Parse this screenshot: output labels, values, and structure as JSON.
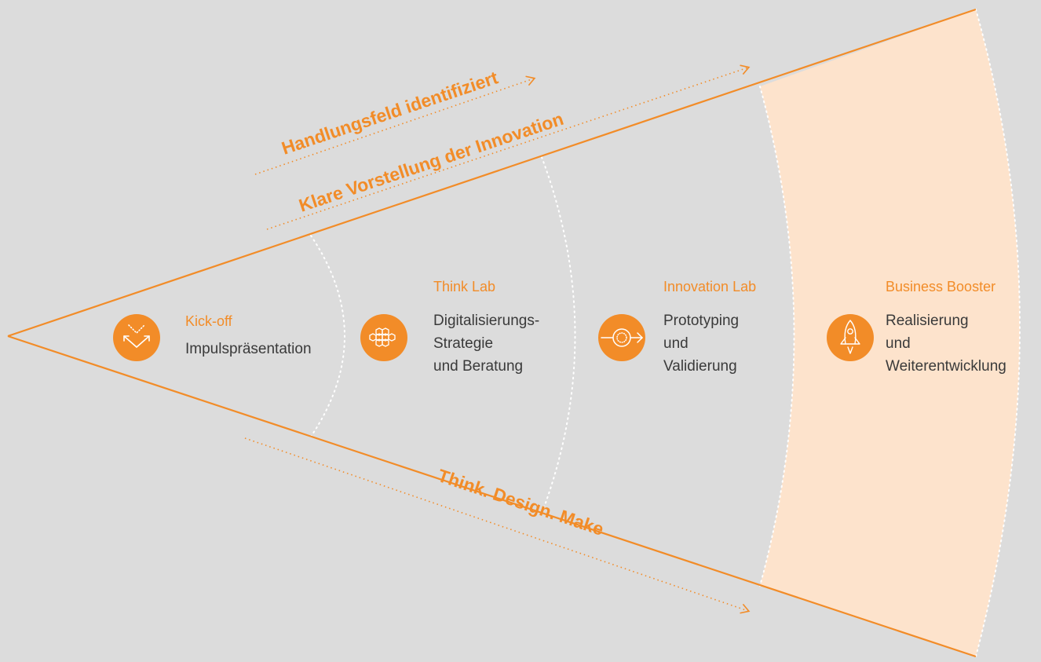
{
  "colors": {
    "background": "#dcdcdc",
    "accent": "#f28c28",
    "highlight_band": "#fde3cc",
    "text": "#3a3a3a",
    "divider": "#ffffff"
  },
  "arrows": {
    "handlungsfeld": "Handlungsfeld identifiziert",
    "vorstellung": "Klare Vorstellung der Innovation",
    "think_design_make": "Think. Design. Make"
  },
  "stages": [
    {
      "title": "Kick-off",
      "description": "Impulspräsentation",
      "icon": "converging-arrows-icon"
    },
    {
      "title": "Think Lab",
      "description": "Digitalisierungs-\nStrategie\nund Beratung",
      "icon": "hexagon-grid-icon"
    },
    {
      "title": "Innovation Lab",
      "description": "Prototyping\nund\nValidierung",
      "icon": "circle-arrow-icon"
    },
    {
      "title": "Business Booster",
      "description": "Realisierung\nund\nWeiterentwicklung",
      "icon": "rocket-icon"
    }
  ]
}
